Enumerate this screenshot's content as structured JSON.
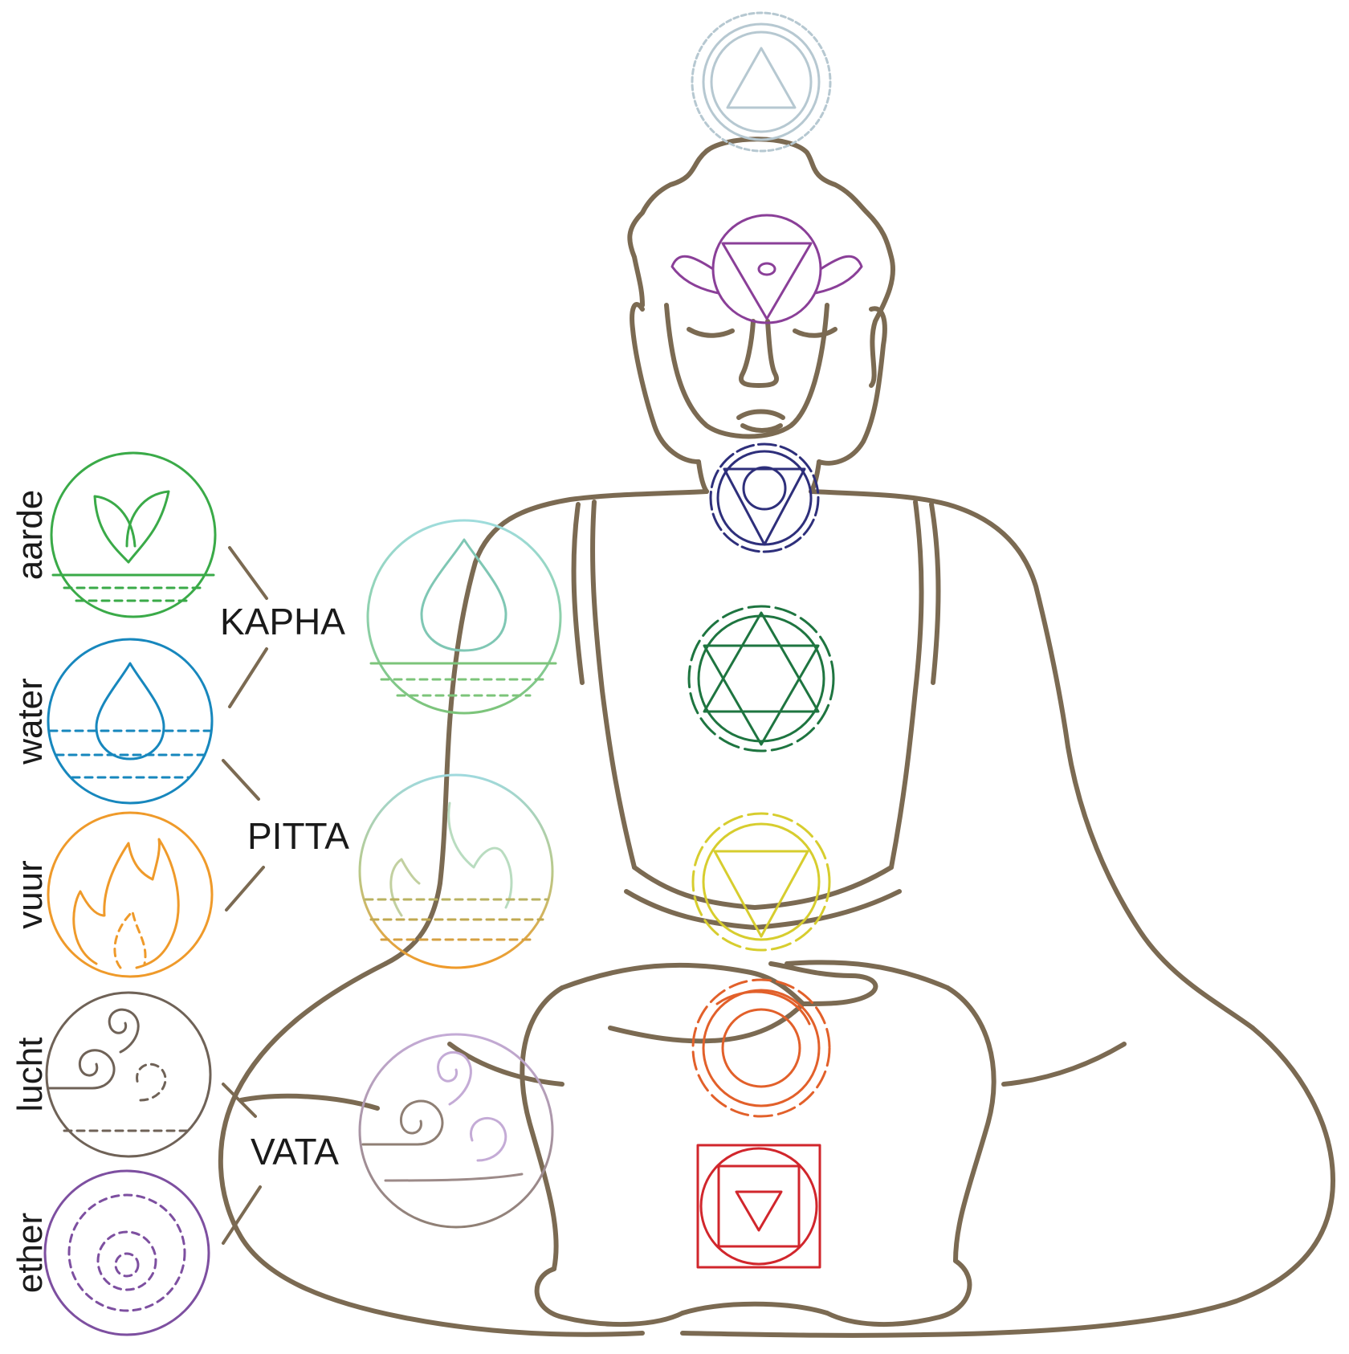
{
  "elements": [
    {
      "label": "aarde",
      "color": "#3aaa48",
      "icon": "leaf-icon"
    },
    {
      "label": "water",
      "color": "#1787bd",
      "icon": "water-drop-icon"
    },
    {
      "label": "vuur",
      "color": "#ef9a2a",
      "icon": "flame-icon"
    },
    {
      "label": "lucht",
      "color": "#6f6257",
      "icon": "wind-icon"
    },
    {
      "label": "ether",
      "color": "#7d4fa0",
      "icon": "spiral-icon"
    }
  ],
  "doshas": [
    {
      "label": "KAPHA",
      "icon": "kapha-icon",
      "color": "#69c29a"
    },
    {
      "label": "PITTA",
      "icon": "pitta-icon",
      "color": "#c9b93a"
    },
    {
      "label": "VATA",
      "icon": "vata-icon",
      "color": "#a58bb8"
    }
  ],
  "chakras": [
    {
      "icon": "crown-chakra-icon",
      "color": "#b6c8d1"
    },
    {
      "icon": "third-eye-chakra-icon",
      "color": "#8a3f98"
    },
    {
      "icon": "throat-chakra-icon",
      "color": "#2e2f7b"
    },
    {
      "icon": "heart-chakra-icon",
      "color": "#1e7540"
    },
    {
      "icon": "solar-plexus-chakra-icon",
      "color": "#d7cd2e"
    },
    {
      "icon": "sacral-chakra-icon",
      "color": "#e2602a"
    },
    {
      "icon": "root-chakra-icon",
      "color": "#d1262c"
    }
  ],
  "figure": {
    "icon": "meditating-buddha-outline",
    "color": "#7b6a52"
  }
}
